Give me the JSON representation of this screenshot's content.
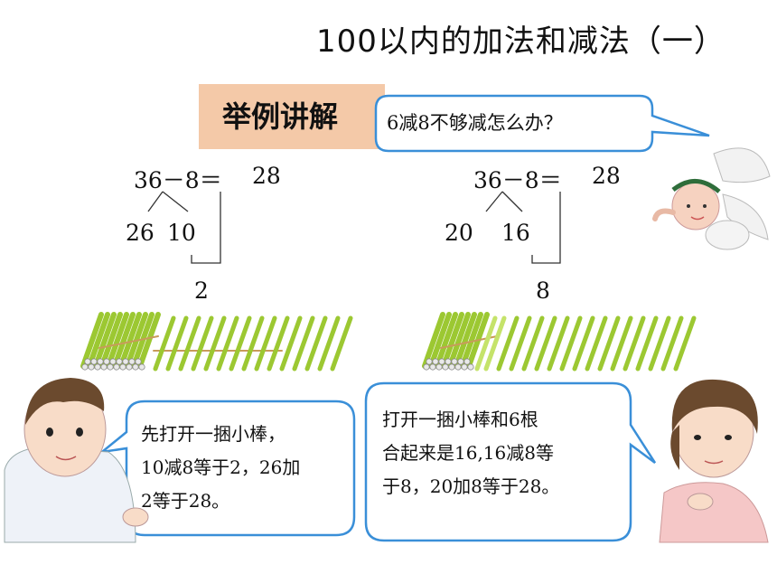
{
  "title": "100以内的加法和减法（一）",
  "example_label": "举例讲解",
  "question_bubble": "6减8不够减怎么办？",
  "left_method": {
    "equation": "36－8＝",
    "answer": "28",
    "split_a": "26",
    "split_b": "10",
    "partial": "2"
  },
  "right_method": {
    "equation": "36－8＝",
    "answer": "28",
    "split_a": "20",
    "split_b": "16",
    "partial": "8"
  },
  "boy_bubble": [
    "先打开一捆小棒，",
    "10减8等于2，26加",
    "2等于28。"
  ],
  "girl_bubble": [
    "打开一捆小棒和6根",
    "合起来是16,16减8等",
    "于8，20加8等于28。"
  ],
  "colors": {
    "example_box": "#f4c9a8",
    "bubble_border": "#3a8fd8",
    "stick_green": "#9cc832",
    "stick_light": "#c5e36a",
    "stick_end": "#e9e9e9"
  }
}
